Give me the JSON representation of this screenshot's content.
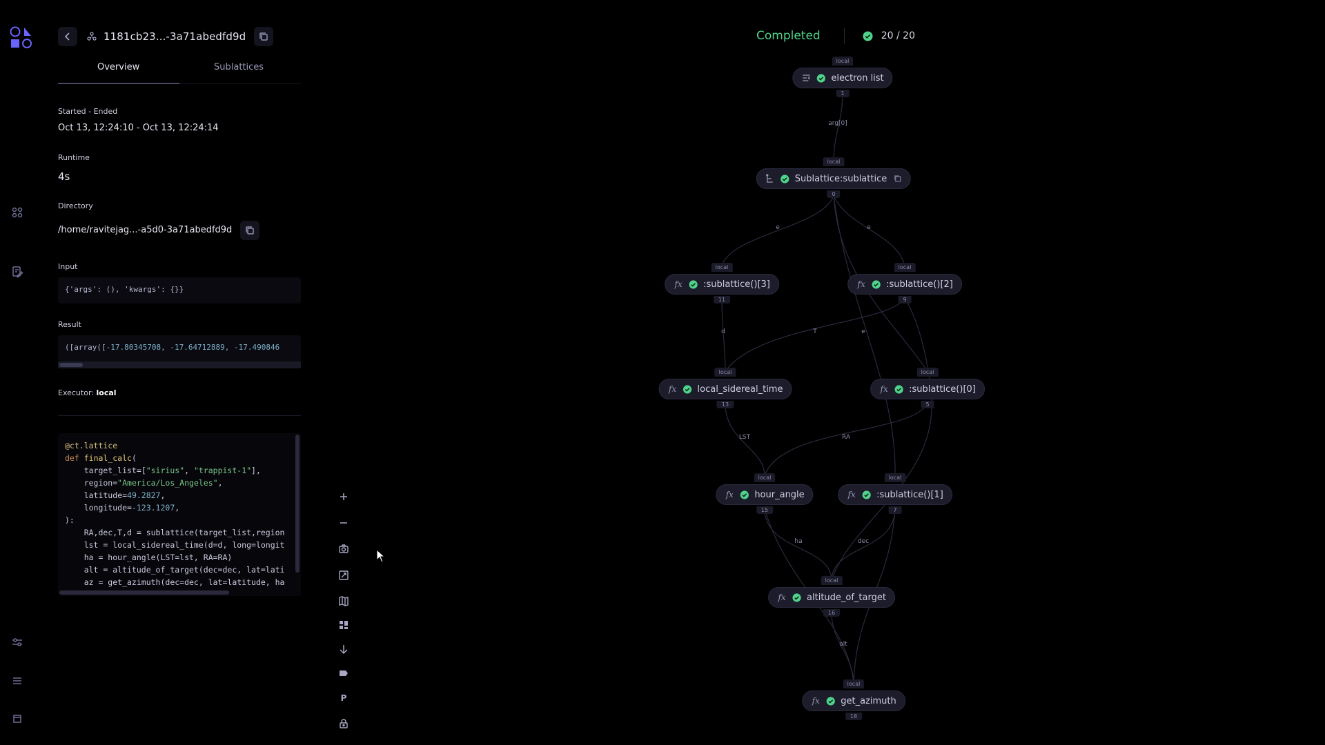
{
  "colors": {
    "background": "#000000",
    "accent": "#4fd38a",
    "node_bg": "#1c1c2b",
    "edge": "#2a2a3e",
    "logo": "#6a64ff"
  },
  "rail": {
    "logo_icon": "covalent-logo",
    "items": [
      {
        "icon": "dashboard-icon"
      },
      {
        "icon": "edit-document-icon"
      },
      {
        "icon": "sliders-icon"
      },
      {
        "icon": "list-icon"
      },
      {
        "icon": "window-icon"
      }
    ]
  },
  "header": {
    "dispatch_id": "1181cb23...-3a71abedfd9d"
  },
  "tabs": [
    {
      "label": "Overview",
      "active": true
    },
    {
      "label": "Sublattices",
      "active": false
    }
  ],
  "overview": {
    "started_label": "Started - Ended",
    "started_value": "Oct 13, 12:24:10 - Oct 13, 12:24:14",
    "runtime_label": "Runtime",
    "runtime_value": "4s",
    "directory_label": "Directory",
    "directory_value": "/home/ravitejag...-a5d0-3a71abedfd9d",
    "input_label": "Input",
    "input_value": "{'args': (), 'kwargs': {}}",
    "result_label": "Result",
    "result_prefix": "([array([",
    "result_numbers": "-17.80345708, -17.64712889, -17.490846",
    "executor_label": "Executor:",
    "executor_value": "local"
  },
  "source_code": [
    "@ct.lattice",
    "def final_calc(",
    "    target_list=[\"sirius\", \"trappist-1\"],",
    "    region=\"America/Los_Angeles\",",
    "    latitude=49.2827,",
    "    longitude=-123.1207,",
    "):",
    "    RA,dec,T,d = sublattice(target_list,region",
    "    lst = local_sidereal_time(d=d, long=longit",
    "    ha = hour_angle(LST=lst, RA=RA)",
    "    alt = altitude_of_target(dec=dec, lat=lati",
    "    az = get_azimuth(dec=dec, lat=latitude, ha"
  ],
  "toolbar": {
    "tools": [
      {
        "name": "zoom-in",
        "icon": "plus-icon"
      },
      {
        "name": "zoom-out",
        "icon": "minus-icon"
      },
      {
        "name": "screenshot",
        "icon": "camera-icon"
      },
      {
        "name": "fit-view",
        "icon": "fit-screen-icon"
      },
      {
        "name": "minimap",
        "icon": "map-icon"
      },
      {
        "name": "layout",
        "icon": "grid-icon"
      },
      {
        "name": "direction",
        "icon": "arrow-down-icon"
      },
      {
        "name": "labels",
        "icon": "label-icon"
      },
      {
        "name": "params",
        "icon": "p-letter-icon",
        "letter": "P"
      },
      {
        "name": "lock",
        "icon": "lock-icon"
      }
    ]
  },
  "status": {
    "text": "Completed",
    "count": "20 / 20"
  },
  "graph": {
    "nodes": [
      {
        "id": "electron_list",
        "name": "electron list",
        "executor": "local",
        "index": "1",
        "type": "electron-list-icon"
      },
      {
        "id": "sublattice",
        "name": "Sublattice:sublattice",
        "executor": "local",
        "index": "0",
        "type": "sublattice-icon"
      },
      {
        "id": "sub3",
        "name": ":sublattice()[3]",
        "executor": "local",
        "index": "11",
        "type": "function-icon"
      },
      {
        "id": "sub2",
        "name": ":sublattice()[2]",
        "executor": "local",
        "index": "9",
        "type": "function-icon"
      },
      {
        "id": "lst",
        "name": "local_sidereal_time",
        "executor": "local",
        "index": "13",
        "type": "function-icon"
      },
      {
        "id": "sub0",
        "name": ":sublattice()[0]",
        "executor": "local",
        "index": "5",
        "type": "function-icon"
      },
      {
        "id": "ha",
        "name": "hour_angle",
        "executor": "local",
        "index": "15",
        "type": "function-icon"
      },
      {
        "id": "sub1",
        "name": ":sublattice()[1]",
        "executor": "local",
        "index": "7",
        "type": "function-icon"
      },
      {
        "id": "alt",
        "name": "altitude_of_target",
        "executor": "local",
        "index": "16",
        "type": "function-icon"
      },
      {
        "id": "az",
        "name": "get_azimuth",
        "executor": "local",
        "index": "18",
        "type": "function-icon"
      }
    ],
    "edge_labels": [
      "arg[0]",
      "e",
      "e",
      "d",
      "T",
      "e",
      "LST",
      "RA",
      "ha",
      "dec",
      "alt"
    ]
  }
}
